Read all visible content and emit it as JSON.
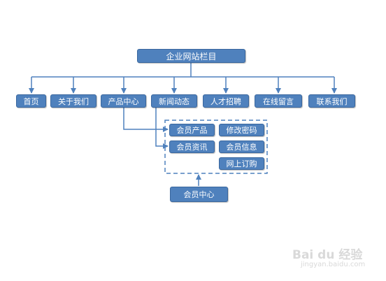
{
  "root": {
    "label": "企业网站栏目"
  },
  "nav": [
    {
      "label": "首页"
    },
    {
      "label": "关于我们"
    },
    {
      "label": "产品中心"
    },
    {
      "label": "新闻动态"
    },
    {
      "label": "人才招聘"
    },
    {
      "label": "在线留言"
    },
    {
      "label": "联系我们"
    }
  ],
  "member_items": [
    {
      "label": "会员产品"
    },
    {
      "label": "修改密码"
    },
    {
      "label": "会员资讯"
    },
    {
      "label": "会员信息"
    },
    {
      "label": "网上订购"
    }
  ],
  "member_center": {
    "label": "会员中心"
  },
  "watermark": {
    "brand": "Bai du 经验",
    "url": "jingyan.baidu.com"
  },
  "colors": {
    "box": "#4f81bd",
    "line": "#4f81bd",
    "dash": "#4f81bd",
    "text": "#ffffff"
  }
}
